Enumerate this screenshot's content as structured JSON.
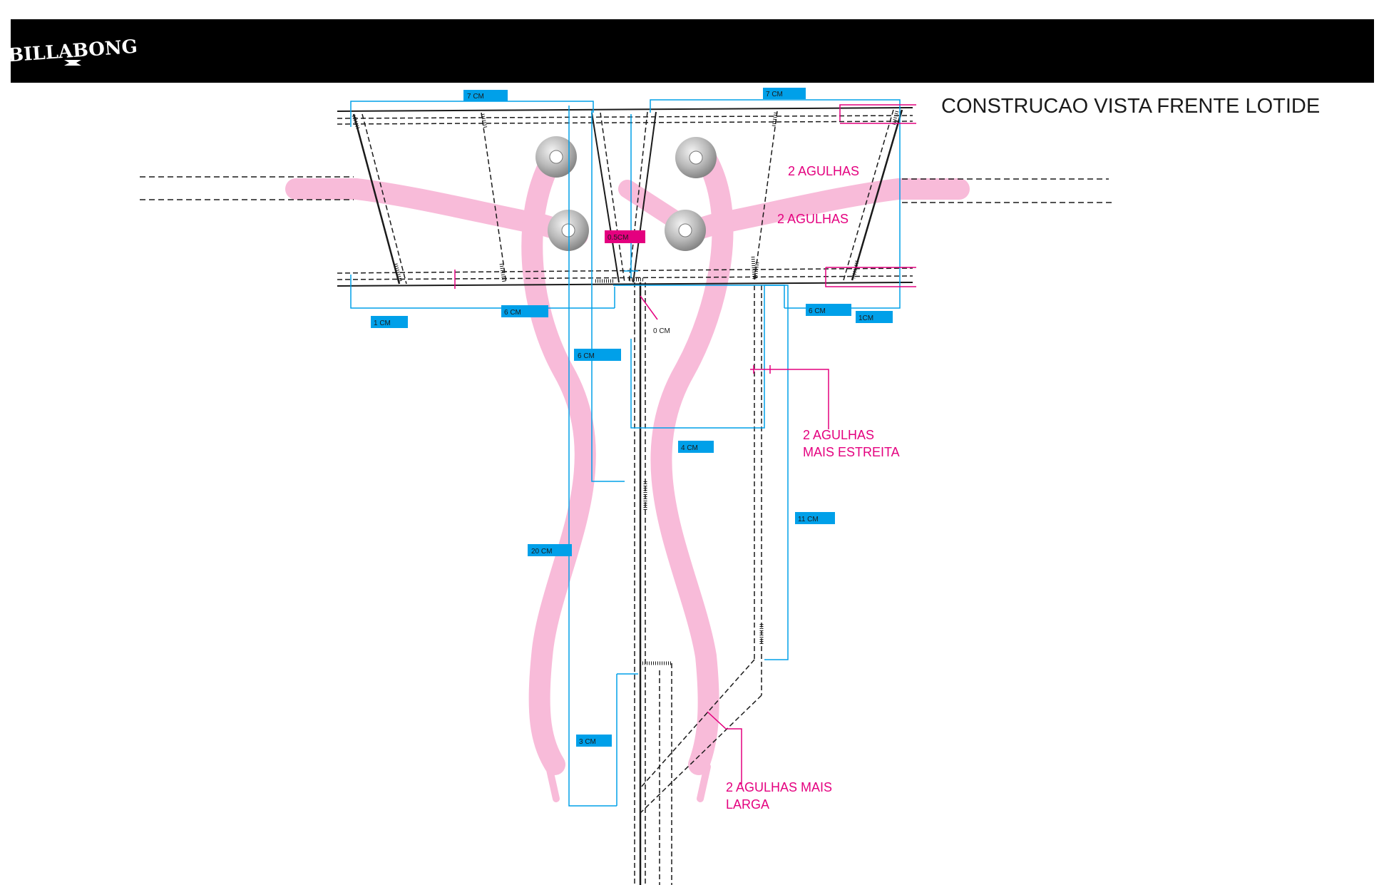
{
  "header": {
    "brand": "BILLABONG"
  },
  "title": "CONSTRUCAO VISTA FRENTE LOTIDE",
  "colors": {
    "header_bg": "#000000",
    "dimension_blue": "#00a0e9",
    "annotation_magenta": "#e4007f",
    "cord_pink": "#f8bbd9",
    "stitch_black": "#1a1a1a"
  },
  "icons": {
    "logo": "billabong-logo-icon",
    "eyelet": "eyelet-icon"
  },
  "dimensions": {
    "top_left": "7 CM",
    "top_right": "7 CM",
    "bottom_left_edge": "1 CM",
    "bottom_left_panel": "6 CM",
    "bottom_right_panel": "6 CM",
    "bottom_right_edge": "1CM",
    "fly_gap": "0.5CM",
    "center_zero": "0 CM",
    "fly_left": "6 CM",
    "fly_width": "4 CM",
    "fly_right_height": "11 CM",
    "cord_length": "20 CM",
    "bottom_fly": "3 CM"
  },
  "annotations": {
    "top_right_1": "2 AGULHAS",
    "top_right_2": "2 AGULHAS",
    "fly_narrow_line1": "2 AGULHAS",
    "fly_narrow_line2": "MAIS ESTREITA",
    "fly_wide_line1": "2 AGULHAS MAIS",
    "fly_wide_line2": "LARGA"
  }
}
